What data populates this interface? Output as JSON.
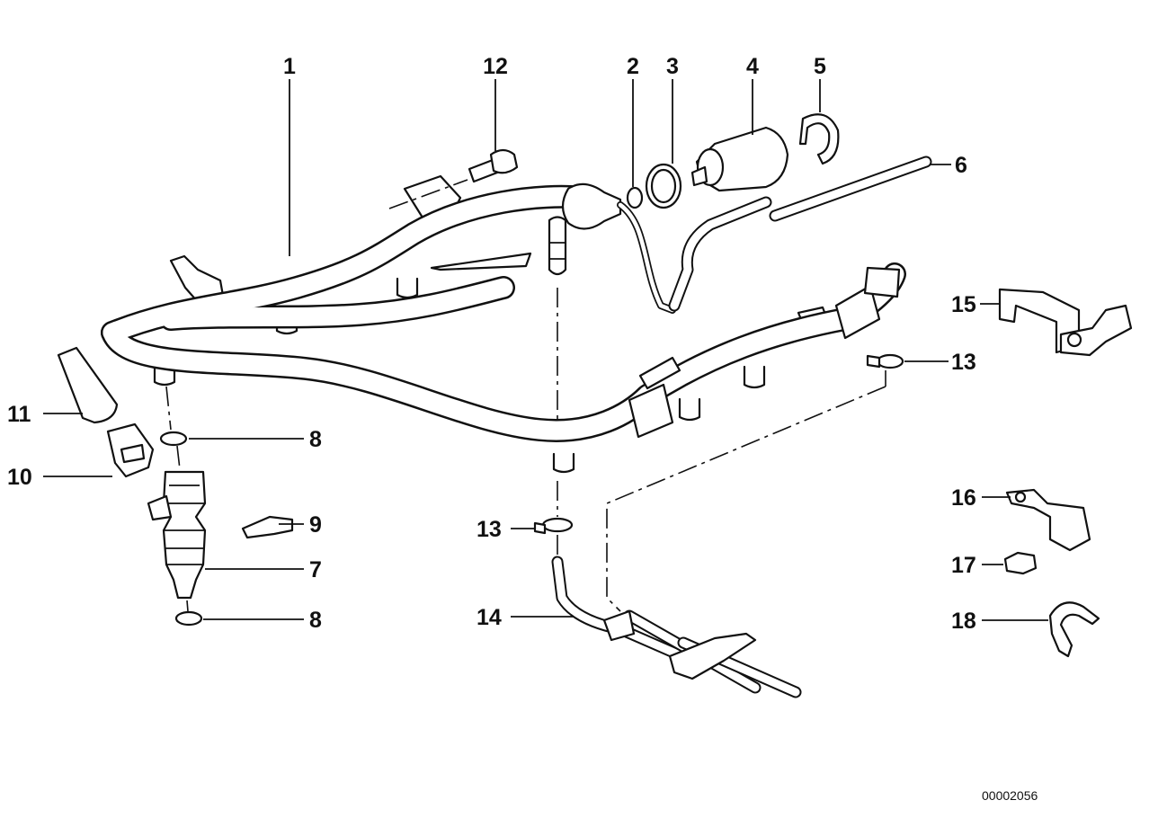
{
  "diagram": {
    "doc_number": "00002056",
    "callouts": {
      "c1": "1",
      "c12": "12",
      "c2": "2",
      "c3": "3",
      "c4": "4",
      "c5": "5",
      "c6": "6",
      "c15": "15",
      "c13a": "13",
      "c11": "11",
      "c8a": "8",
      "c10": "10",
      "c9": "9",
      "c7": "7",
      "c8b": "8",
      "c13b": "13",
      "c14": "14",
      "c16": "16",
      "c17": "17",
      "c18": "18"
    }
  }
}
